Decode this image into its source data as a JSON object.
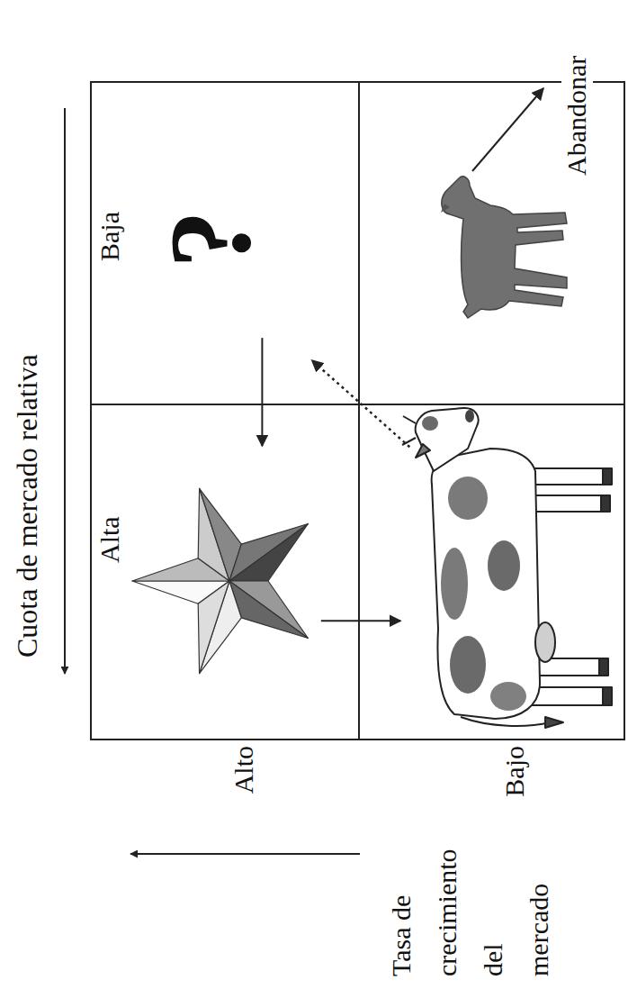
{
  "diagram": {
    "nodes": [
      {
        "text": [
          "Alta",
          "Alto"
        ]
      },
      {
        "text": [
          "Baja",
          "?"
        ]
      },
      {
        "text": [
          "Bajo"
        ]
      },
      {
        "text": [
          "Abandonar"
        ]
      }
    ],
    "edges": [
      {
        "from": 1,
        "to": 0,
        "arrow": "to"
      },
      {
        "from": 0,
        "to": 2,
        "arrow": "to"
      },
      {
        "from": 2,
        "to": 1,
        "arrow": "to"
      }
    ],
    "labels": [
      "Cuota de mercado relativa",
      "Tasa de crecimiento del mercado"
    ]
  }
}
